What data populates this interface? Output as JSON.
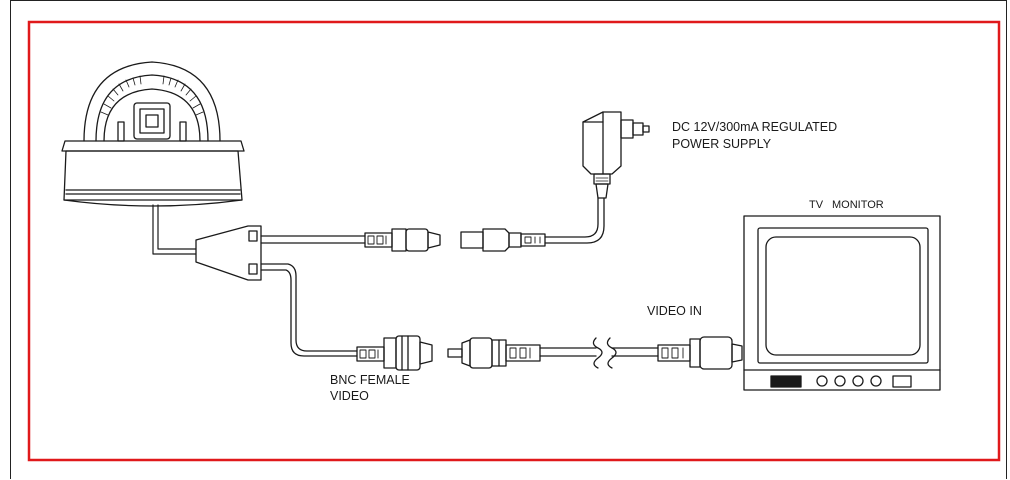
{
  "labels": {
    "power_line1": "DC 12V/300mA REGULATED",
    "power_line2": "POWER SUPPLY",
    "tv_left": "TV",
    "tv_right": "MONITOR",
    "video_in": "VIDEO IN",
    "bnc_line1": "BNC FEMALE",
    "bnc_line2": "VIDEO"
  },
  "colors": {
    "frame": "#e0191b",
    "ink": "#1a1a1a"
  },
  "icons": {
    "camera": "dome-camera-icon",
    "adapter": "power-adapter-icon",
    "monitor": "tv-monitor-icon"
  }
}
